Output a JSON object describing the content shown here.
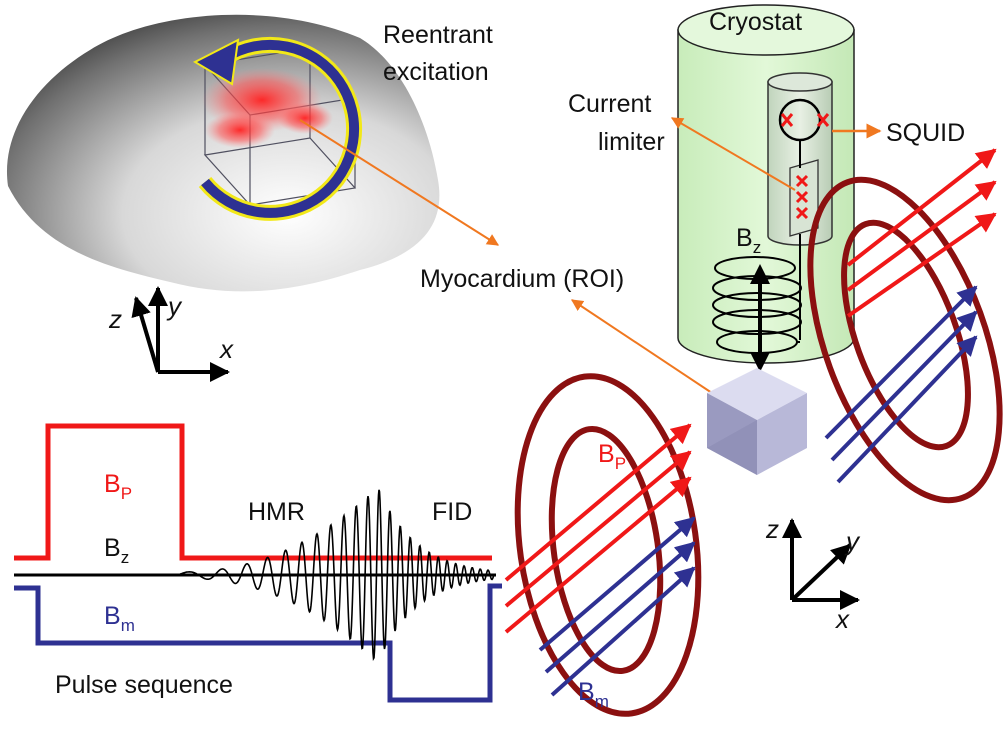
{
  "colors": {
    "red": "#f01818",
    "navy": "#2e3192",
    "maroon": "#8b1010",
    "black": "#000000",
    "cryostat_fill": "#d4f2c8",
    "orange": "#f07820"
  },
  "labels": {
    "reentrant_line1": "Reentrant",
    "reentrant_line2": "excitation",
    "cryostat": "Cryostat",
    "current_limiter_line1": "Current",
    "current_limiter_line2": "limiter",
    "squid": "SQUID",
    "myocardium": "Myocardium (ROI)",
    "hmr": "HMR",
    "fid": "FID",
    "pulse_sequence": "Pulse sequence",
    "b": "B",
    "sub_p": "P",
    "sub_z": "z",
    "sub_m": "m"
  },
  "axes_top": {
    "x": "x",
    "y": "y",
    "z": "z"
  },
  "axes_right": {
    "x": "x",
    "y": "y",
    "z": "z"
  },
  "icons": [
    "heart-shape",
    "circular-arrow-icon",
    "coil-icon",
    "squid-junction-icon",
    "sample-cube-icon"
  ]
}
